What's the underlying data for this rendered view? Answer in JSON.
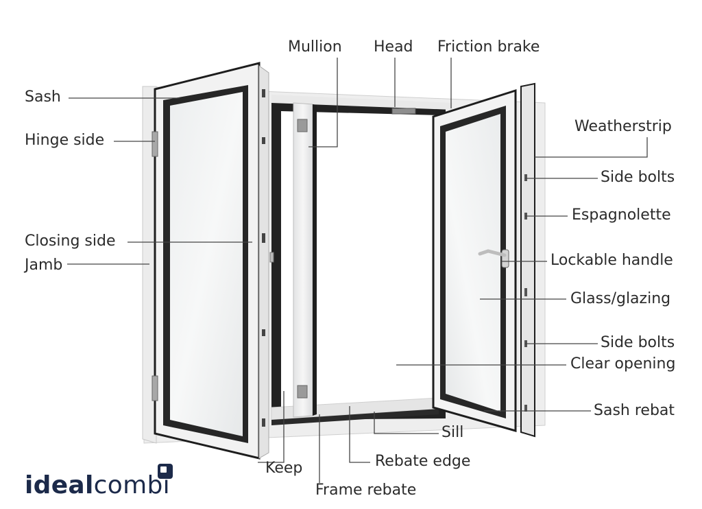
{
  "labels": {
    "sash": "Sash",
    "hinge_side": "Hinge side",
    "closing_side": "Closing side",
    "jamb": "Jamb",
    "mullion": "Mullion",
    "head": "Head",
    "friction_brake": "Friction brake",
    "weatherstrip": "Weatherstrip",
    "side_bolts_top": "Side bolts",
    "espagnolette": "Espagnolette",
    "lockable_handle": "Lockable handle",
    "glass_glazing": "Glass/glazing",
    "side_bolts_bottom": "Side bolts",
    "clear_opening": "Clear opening",
    "sash_rebat": "Sash rebat",
    "sill": "Sill",
    "keep": "Keep",
    "rebate_edge": "Rebate edge",
    "frame_rebate": "Frame rebate"
  },
  "logo": {
    "bold": "ideal",
    "regular": "combi"
  },
  "colors": {
    "frame": "#f1f1f1",
    "gasket": "#1d1d1d",
    "line": "#444444",
    "logo": "#1c2a4a"
  }
}
